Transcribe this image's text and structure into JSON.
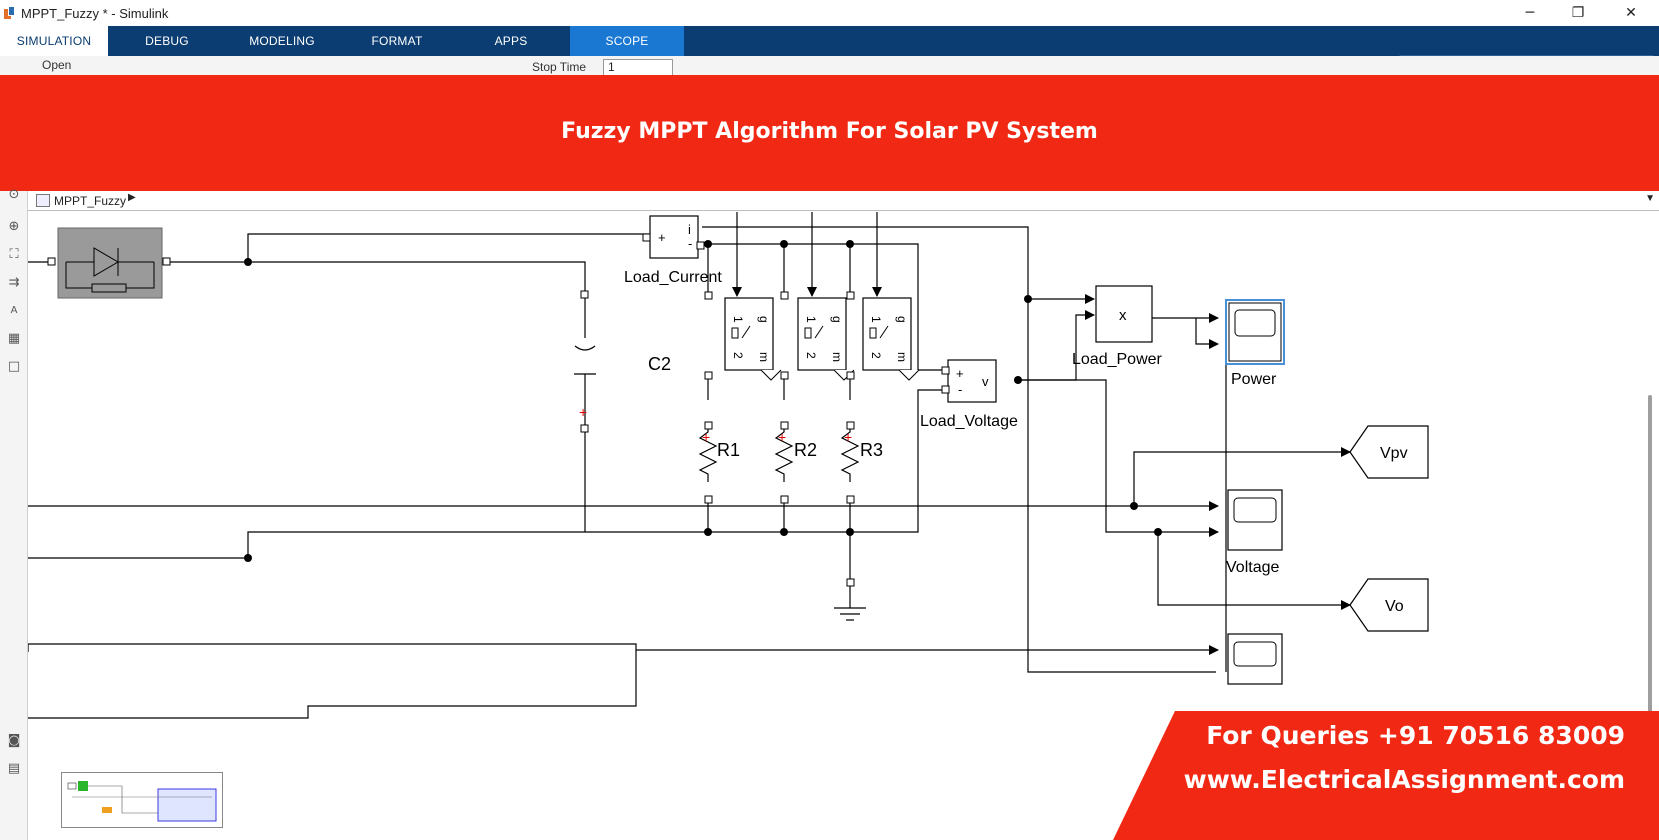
{
  "window": {
    "title": "MPPT_Fuzzy * - Simulink",
    "minimize": "─",
    "restore": "❐",
    "close": "✕"
  },
  "ribbon": {
    "tabs": [
      {
        "label": "SIMULATION"
      },
      {
        "label": "DEBUG"
      },
      {
        "label": "MODELING"
      },
      {
        "label": "FORMAT"
      },
      {
        "label": "APPS"
      },
      {
        "label": "SCOPE"
      }
    ],
    "active_tab": "SIMULATION"
  },
  "toolstrip": {
    "open_label": "Open",
    "stop_time_label": "Stop Time",
    "stop_time_value": "1"
  },
  "banner": {
    "title": "Fuzzy MPPT Algorithm For Solar PV System"
  },
  "breadcrumb": {
    "model": "MPPT_Fuzzy"
  },
  "diagram": {
    "blocks": {
      "load_current_label": "Load_Current",
      "load_current_port_plus": "+",
      "load_current_port_minus": "-",
      "load_current_port_i": "i",
      "load_voltage_label": "Load_Voltage",
      "load_voltage_port_plus": "+",
      "load_voltage_port_minus": "-",
      "load_voltage_port_v": "v",
      "load_power_label": "Load_Power",
      "product_symbol": "x",
      "c2_label": "C2",
      "r1_label": "R1",
      "r2_label": "R2",
      "r3_label": "R3",
      "switch_pin_1": "1",
      "switch_pin_2": "2",
      "switch_pin_g": "g",
      "switch_pin_m": "m",
      "scope_power": "Power",
      "scope_voltage": "Voltage",
      "goto_vpv": "Vpv",
      "goto_vo": "Vo"
    }
  },
  "promo": {
    "queries": "For Queries +91 70516 83009",
    "website": "www.ElectricalAssignment.com"
  },
  "colors": {
    "ribbon": "#0b3d72",
    "scope_tab": "#1a78d2",
    "banner_red": "#f02814"
  }
}
